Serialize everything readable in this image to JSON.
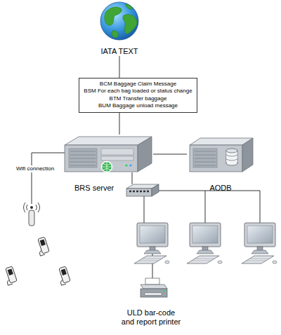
{
  "diagram": {
    "nodes": [
      {
        "text": [
          "IATA TEXT"
        ]
      },
      {
        "text": [
          "BCM Baggage Claim Message",
          "BSM For each bag loaded or status change",
          "BTM Transfer baggage",
          "BUM Baggage unload message"
        ]
      },
      {
        "text": [
          "BRS server"
        ]
      },
      {
        "text": [
          "AODB"
        ]
      },
      {
        "text": [
          "ULD bar-code and report printer"
        ]
      }
    ],
    "edges": [
      {
        "from": 0,
        "to": 1,
        "arrow": "none"
      },
      {
        "from": 1,
        "to": 2,
        "arrow": "none"
      },
      {
        "from": 2,
        "to": 3,
        "arrow": "none"
      }
    ],
    "labels": [
      "Wifi connection"
    ]
  }
}
